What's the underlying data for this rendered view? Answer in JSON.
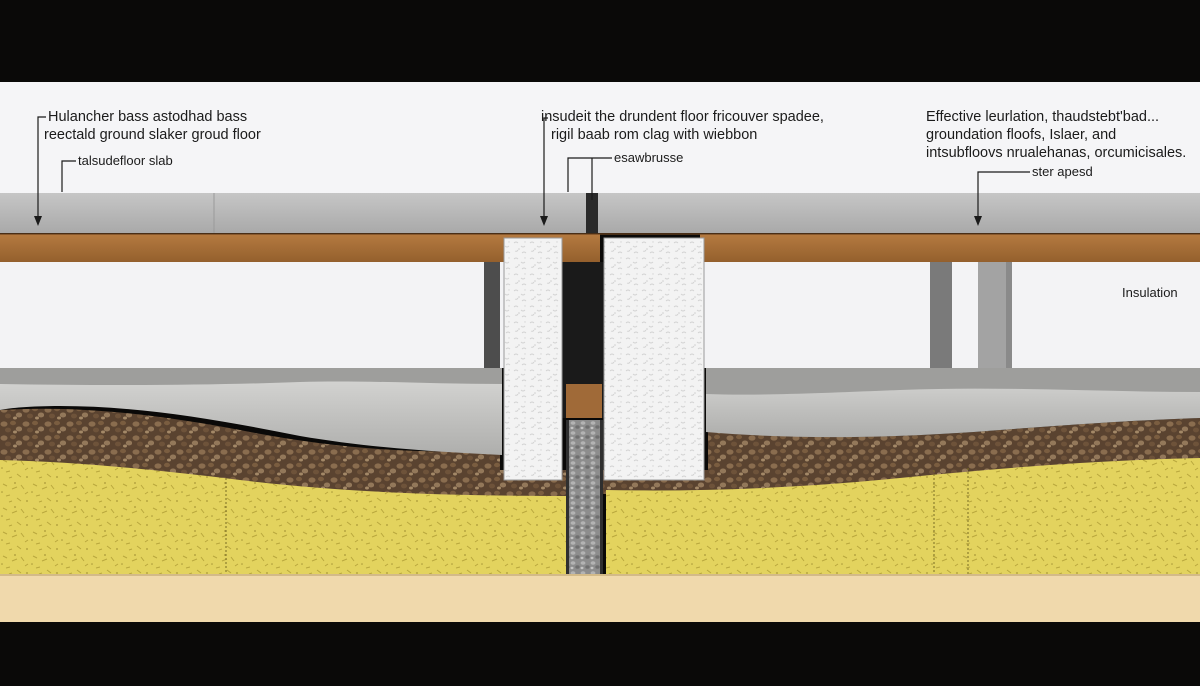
{
  "labels": {
    "left_line1": "Hulancher bass astodhad bass",
    "left_line2": "reectald ground slaker groud floor",
    "left_sub": "talsudefloor slab",
    "center_line1": "insudeit the drundent floor fricouver spadee,",
    "center_line2": "rigil baab rom clag with wiebbon",
    "center_sub": "esawbrusse",
    "right_line1": "Effective leurlation, thaudstebt'bad...",
    "right_line2": "groundation floofs, Islaer, and",
    "right_line3": "intsubfloovs nrualehanas, orcumicisales.",
    "right_sub": "ster apesd",
    "insulation": "Insulation"
  },
  "colors": {
    "background": "#0a0908",
    "wall_white": "#f5f5f7",
    "slab_grey": "#b9b9b9",
    "timber_beam": "#a76b35",
    "concrete_base": "#c4c4c2",
    "gravel_brown": "#5b4330",
    "sand_yellow": "#e3d35e",
    "sub_base": "#f0d9ac",
    "insulation_board": "#f2f2f2"
  }
}
